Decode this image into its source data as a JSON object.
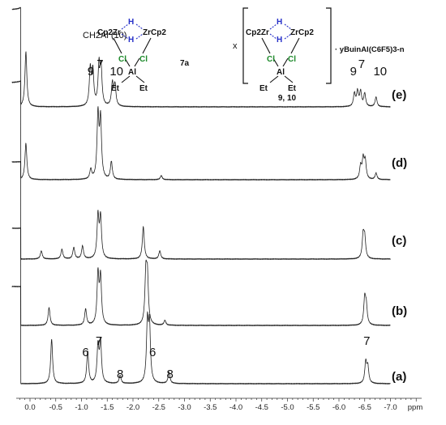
{
  "chart_data": {
    "type": "line",
    "xlabel": "ppm",
    "x_range": [
      0.2,
      -7.5
    ],
    "x_ticks": [
      "0.0",
      "-0.5",
      "-1.0",
      "-1.5",
      "-2.0",
      "-2.5",
      "-3.0",
      "-3.5",
      "-4.0",
      "-4.5",
      "-5.0",
      "-5.5",
      "-6.0",
      "-6.5",
      "-7.0",
      "ppm"
    ],
    "series": [
      {
        "name": "(a)",
        "peaks": [
          [
            -0.42,
            55
          ],
          [
            -1.12,
            40
          ],
          [
            -1.32,
            45
          ],
          [
            -1.37,
            50
          ],
          [
            -1.75,
            10
          ],
          [
            -2.28,
            72
          ],
          [
            -2.32,
            68
          ],
          [
            -2.7,
            14
          ],
          [
            -6.52,
            26
          ],
          [
            -6.56,
            20
          ]
        ]
      },
      {
        "name": "(b)",
        "peaks": [
          [
            -0.37,
            22
          ],
          [
            -1.08,
            20
          ],
          [
            -1.32,
            62
          ],
          [
            -1.37,
            58
          ],
          [
            -2.25,
            60
          ],
          [
            -2.28,
            55
          ],
          [
            -2.62,
            6
          ],
          [
            -6.5,
            32
          ],
          [
            -6.53,
            22
          ]
        ]
      },
      {
        "name": "(c)",
        "peaks": [
          [
            -0.22,
            10
          ],
          [
            -0.62,
            12
          ],
          [
            -0.85,
            14
          ],
          [
            -1.02,
            16
          ],
          [
            -1.32,
            52
          ],
          [
            -1.37,
            50
          ],
          [
            -2.2,
            40
          ],
          [
            -2.52,
            10
          ],
          [
            -6.47,
            28
          ],
          [
            -6.5,
            24
          ]
        ]
      },
      {
        "name": "(d)",
        "peaks": [
          [
            0.08,
            45
          ],
          [
            -1.18,
            12
          ],
          [
            -1.32,
            78
          ],
          [
            -1.37,
            72
          ],
          [
            -1.58,
            22
          ],
          [
            -2.55,
            5
          ],
          [
            -6.42,
            16
          ],
          [
            -6.47,
            24
          ],
          [
            -6.51,
            22
          ],
          [
            -6.72,
            8
          ]
        ]
      },
      {
        "name": "(e)",
        "peaks": [
          [
            0.08,
            68
          ],
          [
            -1.17,
            45
          ],
          [
            -1.22,
            42
          ],
          [
            -1.34,
            48
          ],
          [
            -1.38,
            44
          ],
          [
            -1.6,
            28
          ],
          [
            -1.65,
            26
          ],
          [
            -6.3,
            16
          ],
          [
            -6.36,
            18
          ],
          [
            -6.42,
            18
          ],
          [
            -6.5,
            16
          ],
          [
            -6.72,
            12
          ]
        ]
      }
    ],
    "peak_labels": [
      {
        "series": "(e)",
        "text": "9",
        "x": -1.18
      },
      {
        "series": "(e)",
        "text": "7",
        "x": -1.36
      },
      {
        "series": "(e)",
        "text": "10",
        "x": -1.68
      },
      {
        "series": "(e)",
        "text": "9",
        "x": -6.28
      },
      {
        "series": "(e)",
        "text": "7",
        "x": -6.44
      },
      {
        "series": "(e)",
        "text": "10",
        "x": -6.8
      },
      {
        "series": "(e)",
        "text": "CH2Al (10)",
        "x": -0.35
      },
      {
        "series": "(a)",
        "text": "6",
        "x": -1.08
      },
      {
        "series": "(a)",
        "text": "7",
        "x": -1.34
      },
      {
        "series": "(a)",
        "text": "8",
        "x": -1.75
      },
      {
        "series": "(a)",
        "text": "6",
        "x": -2.38
      },
      {
        "series": "(a)",
        "text": "8",
        "x": -2.72
      },
      {
        "series": "(a)",
        "text": "7",
        "x": -6.54
      }
    ]
  },
  "structures": {
    "s7a": {
      "label": "7a",
      "cp_left": "Cp2Zr",
      "cp_right": "ZrCp2",
      "h": "H",
      "cl": "Cl",
      "al": "Al",
      "et": "Et"
    },
    "s910": {
      "prefix": "x",
      "label": "9, 10",
      "cp_left": "Cp2Zr",
      "cp_right": "ZrCp2",
      "h": "H",
      "cl": "Cl",
      "al": "Al",
      "et": "Et",
      "suffix": "· yBuinAl(C6F5)3-n"
    }
  },
  "colors": {
    "hydride": "#2630c8",
    "chloride": "#1d8a2a",
    "trace": "#222222"
  }
}
